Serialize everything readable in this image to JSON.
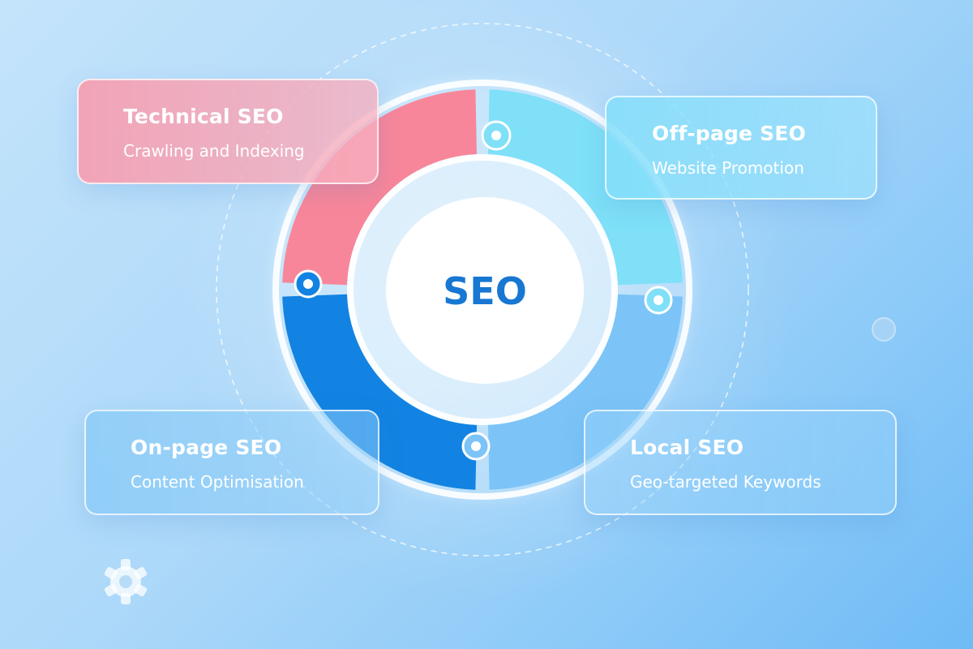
{
  "center": {
    "label": "SEO"
  },
  "cards": {
    "technical": {
      "title": "Technical SEO",
      "subtitle": "Crawling and Indexing"
    },
    "offpage": {
      "title": "Off-page SEO",
      "subtitle": "Website Promotion"
    },
    "onpage": {
      "title": "On-page SEO",
      "subtitle": "Content Optimisation"
    },
    "local": {
      "title": "Local SEO",
      "subtitle": "Geo-targeted Keywords"
    }
  },
  "colors": {
    "technical": "#f8869a",
    "offpage": "#7fe0f8",
    "onpage": "#1283e2",
    "local": "#7cc4f7",
    "center_text": "#1777d2"
  },
  "icons": {
    "bottom_left": "gear-icon",
    "right_decoration": "circle-decoration"
  }
}
